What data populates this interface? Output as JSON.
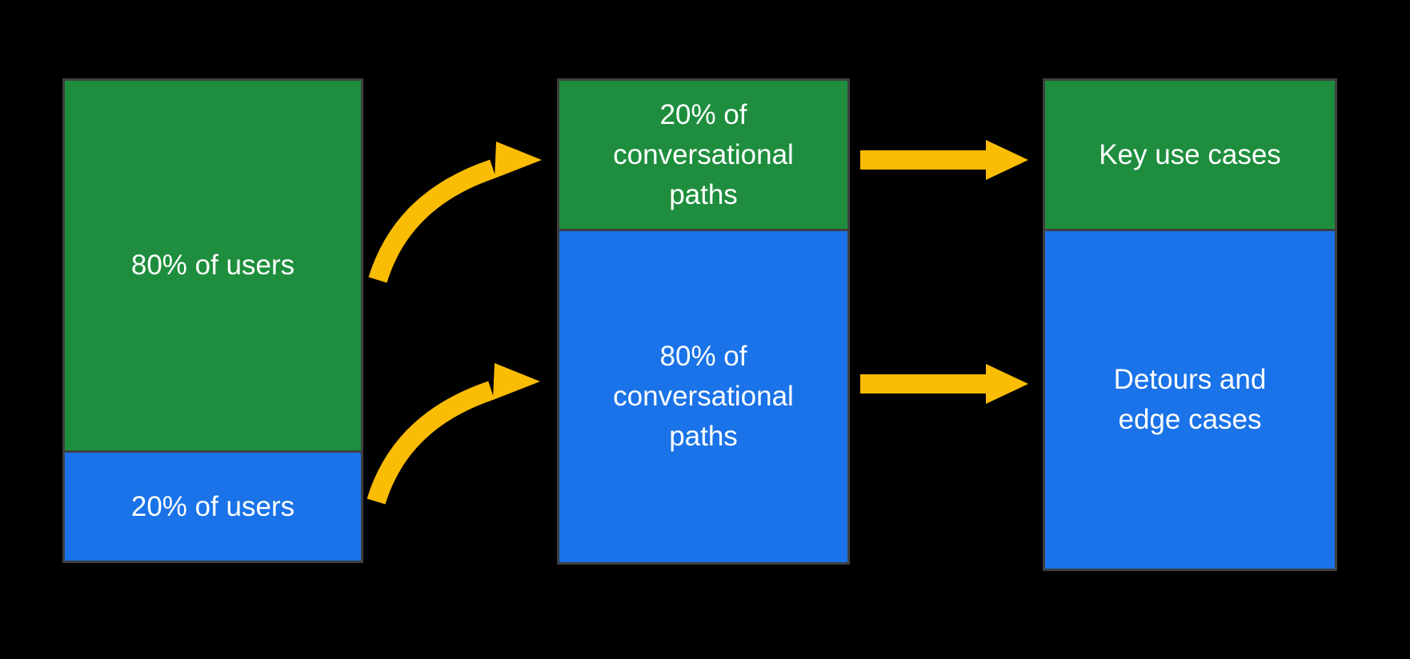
{
  "colors": {
    "green": "#1E8E3E",
    "blue": "#1A73E8",
    "yellow": "#FBBC04",
    "background": "#000000",
    "border": "#3F3F3F",
    "text": "#FFFFFF"
  },
  "columns": [
    {
      "name": "users",
      "segments": [
        {
          "label": "80% of users",
          "value_pct": 80,
          "color_key": "green"
        },
        {
          "label": "20% of users",
          "value_pct": 20,
          "color_key": "blue"
        }
      ]
    },
    {
      "name": "conversational-paths",
      "segments": [
        {
          "label": "20% of conversational paths",
          "value_pct": 20,
          "color_key": "green"
        },
        {
          "label": "80% of conversational paths",
          "value_pct": 80,
          "color_key": "blue"
        }
      ]
    },
    {
      "name": "outcomes",
      "segments": [
        {
          "label": "Key use cases",
          "color_key": "green"
        },
        {
          "label": "Detours and edge cases",
          "color_key": "blue"
        }
      ]
    }
  ],
  "arrows": [
    {
      "name": "users-80-to-paths-20",
      "style": "curved",
      "from": "80% of users",
      "to": "20% of conversational paths"
    },
    {
      "name": "users-20-to-paths-80",
      "style": "curved",
      "from": "20% of users",
      "to": "80% of conversational paths"
    },
    {
      "name": "paths-20-to-key-use-cases",
      "style": "straight",
      "from": "20% of conversational paths",
      "to": "Key use cases"
    },
    {
      "name": "paths-80-to-detours",
      "style": "straight",
      "from": "80% of conversational paths",
      "to": "Detours and edge cases"
    }
  ]
}
